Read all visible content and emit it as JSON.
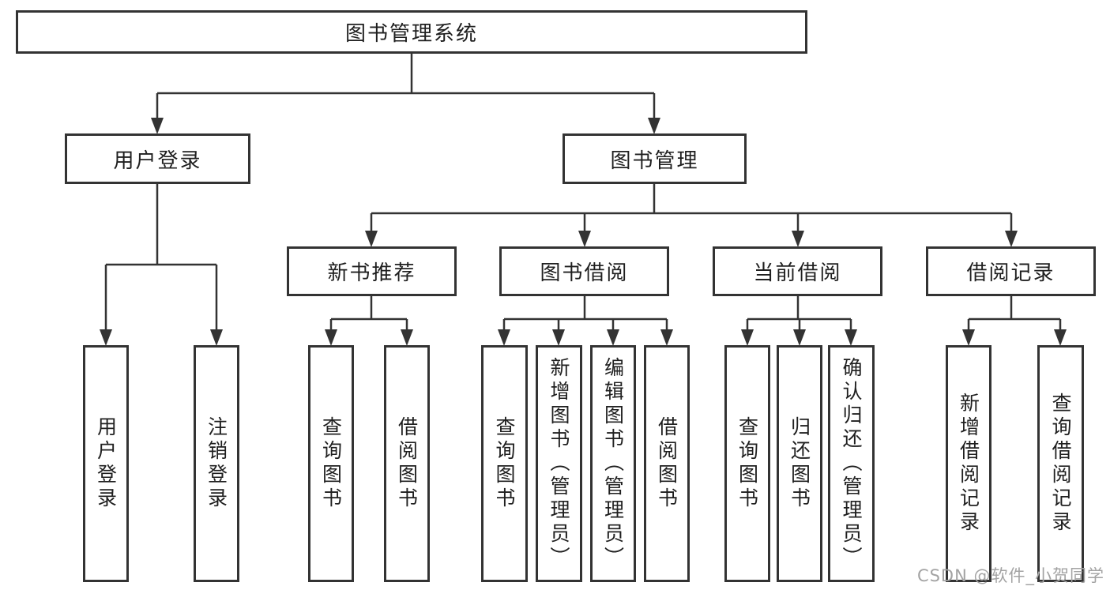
{
  "diagram": {
    "root": "图书管理系统",
    "branches": [
      {
        "label": "用户登录",
        "leaves": [
          "用户登录",
          "注销登录"
        ]
      },
      {
        "label": "图书管理",
        "groups": [
          {
            "label": "新书推荐",
            "leaves": [
              "查询图书",
              "借阅图书"
            ]
          },
          {
            "label": "图书借阅",
            "leaves": [
              "查询图书",
              "新增图书（管理员）",
              "编辑图书（管理员）",
              "借阅图书"
            ]
          },
          {
            "label": "当前借阅",
            "leaves": [
              "查询图书",
              "归还图书",
              "确认归还（管理员）"
            ]
          },
          {
            "label": "借阅记录",
            "leaves": [
              "新增借阅记录",
              "查询借阅记录"
            ]
          }
        ]
      }
    ],
    "line_color": "#333333",
    "text_color": "#1f1f1f",
    "box_fill": "#ffffff"
  },
  "watermark": "CSDN @软件_小贺同学"
}
